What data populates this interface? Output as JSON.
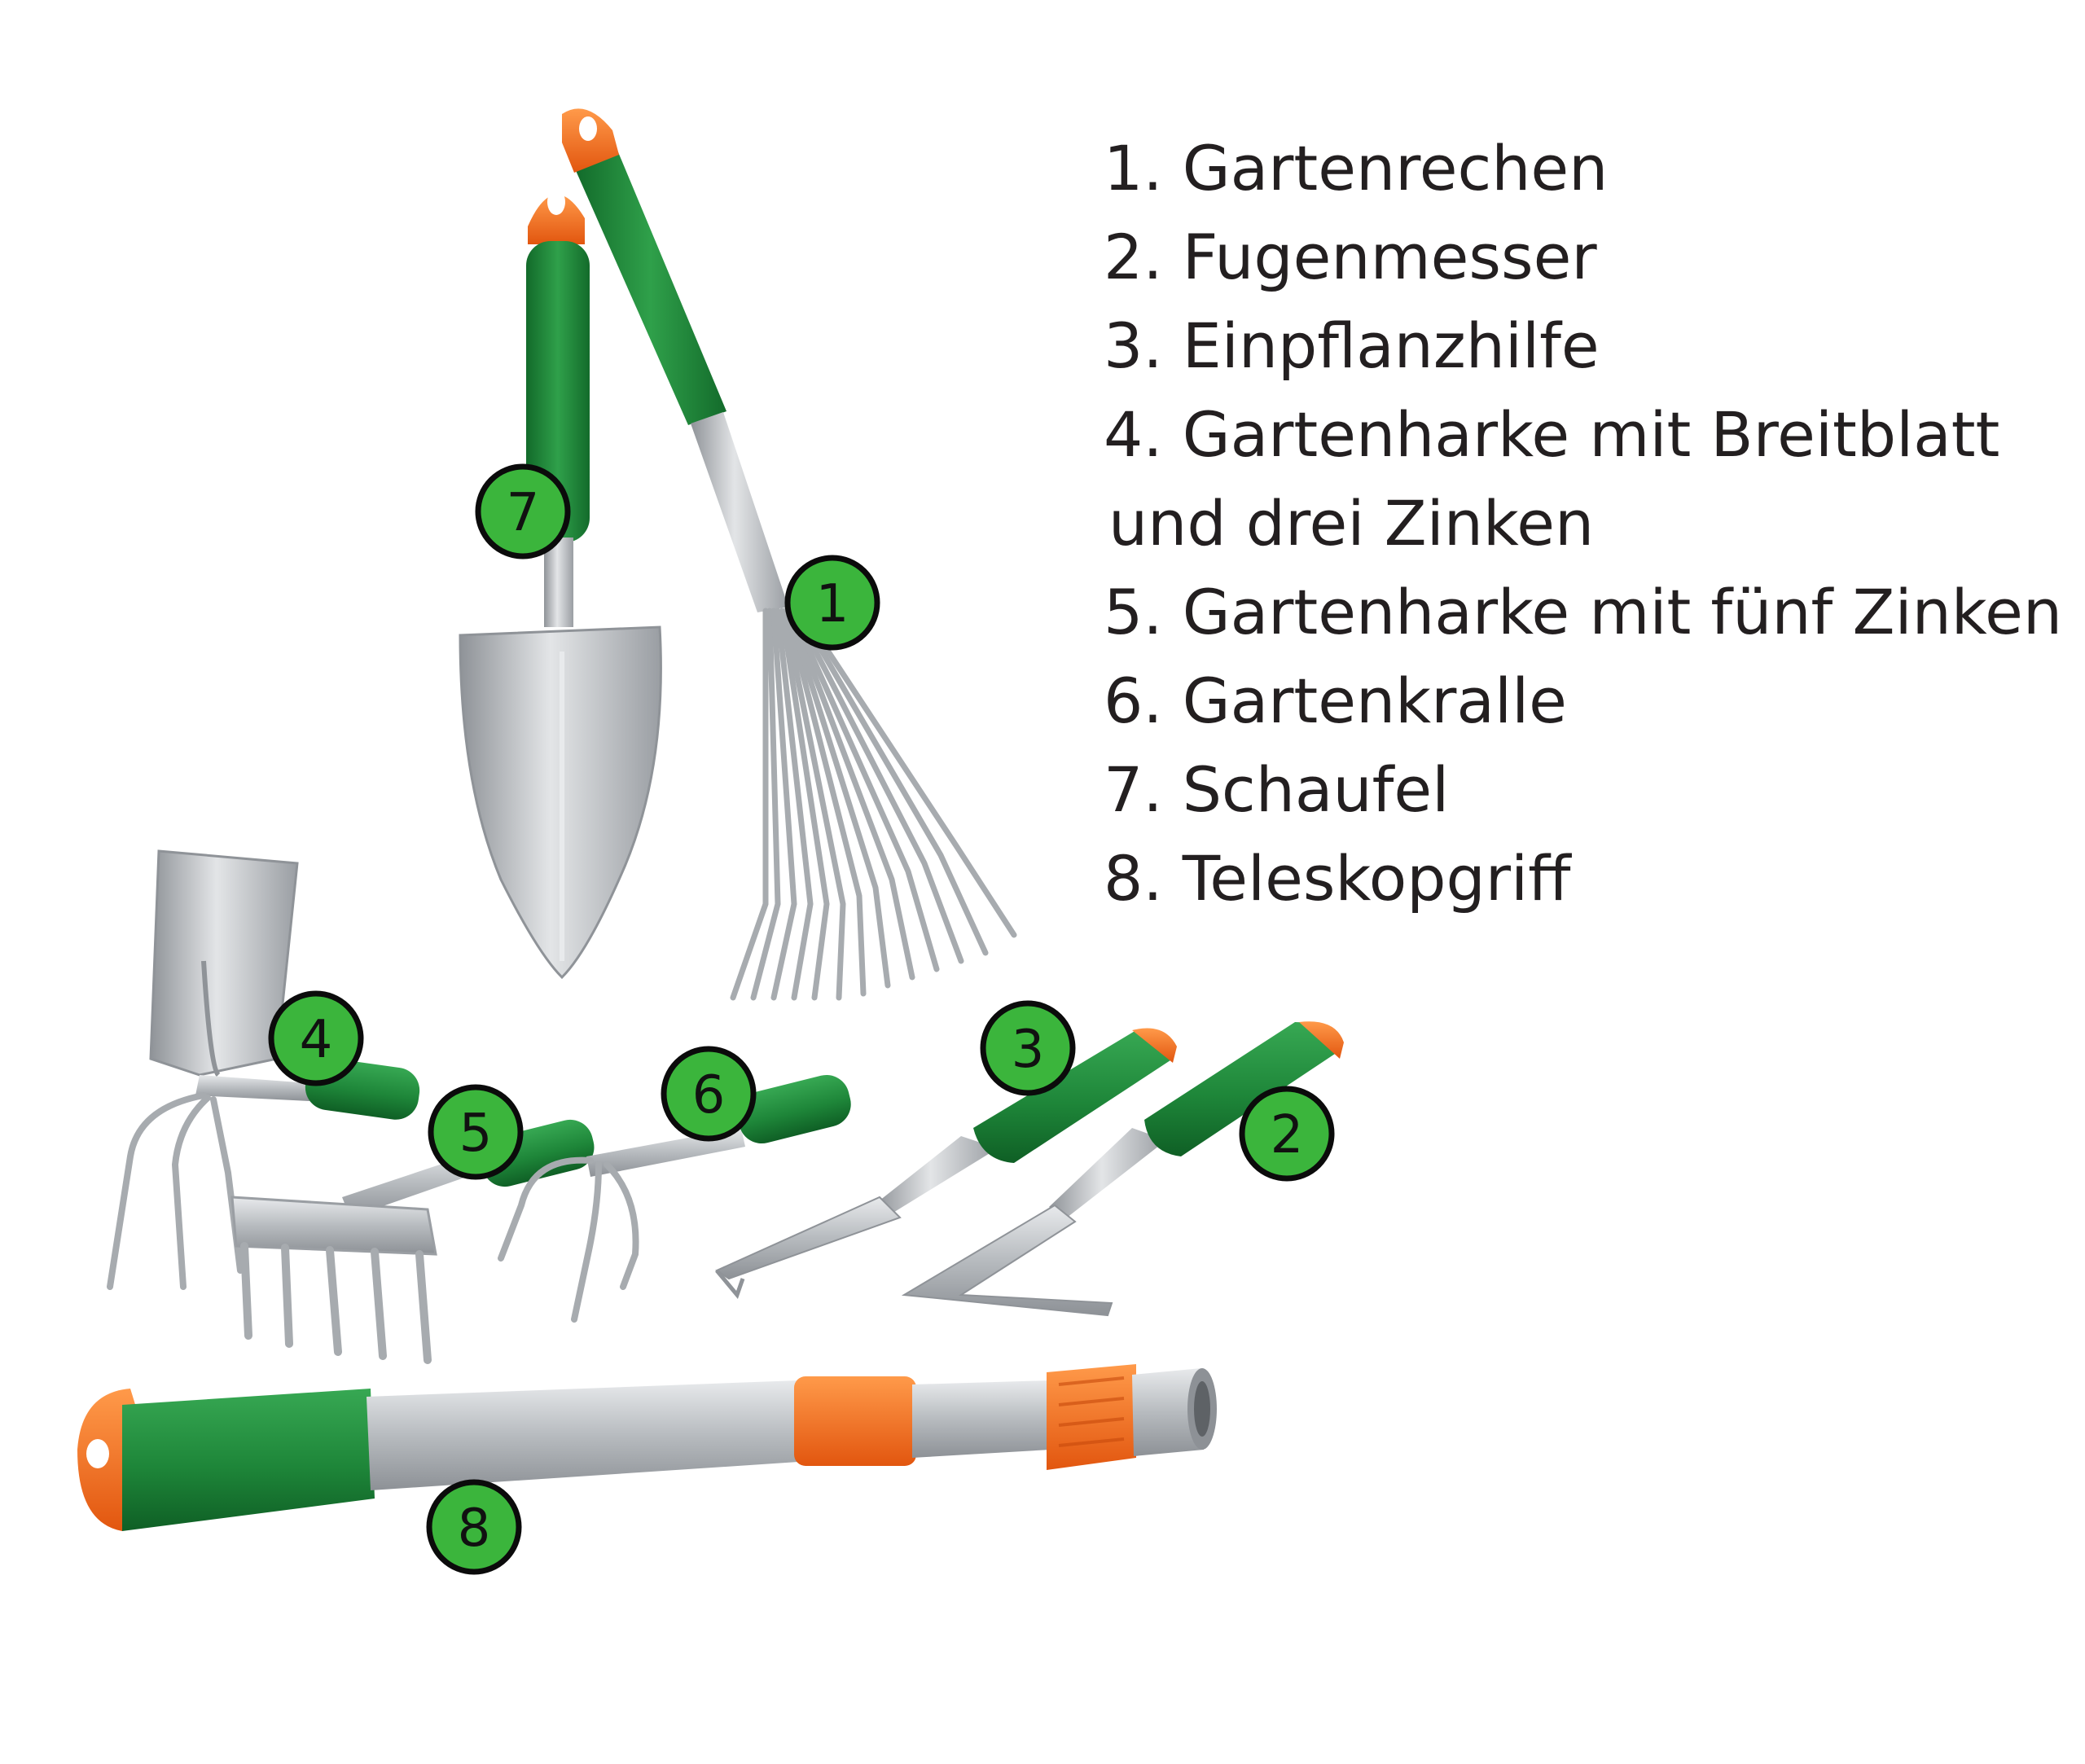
{
  "legend": {
    "items": [
      {
        "num": "1.",
        "text": "Gartenrechen"
      },
      {
        "num": "2.",
        "text": "Fugenmesser"
      },
      {
        "num": "3.",
        "text": "Einpflanzhilfe"
      },
      {
        "num": "4.",
        "text": "Gartenharke mit Breitblatt",
        "continuation": "und drei Zinken"
      },
      {
        "num": "5.",
        "text": "Gartenharke mit fünf Zinken"
      },
      {
        "num": "6.",
        "text": "Gartenkralle"
      },
      {
        "num": "7.",
        "text": "Schaufel"
      },
      {
        "num": "8.",
        "text": "Teleskopgriff"
      }
    ]
  },
  "badges": {
    "b1": "1",
    "b2": "2",
    "b3": "3",
    "b4": "4",
    "b5": "5",
    "b6": "6",
    "b7": "7",
    "b8": "8"
  },
  "colors": {
    "handle_green": "#1f8a3b",
    "handle_green_dark": "#136b2b",
    "cap_orange": "#f26a1b",
    "steel": "#b9bcc0",
    "badge_fill": "#3bb53c",
    "text": "#231f20"
  }
}
